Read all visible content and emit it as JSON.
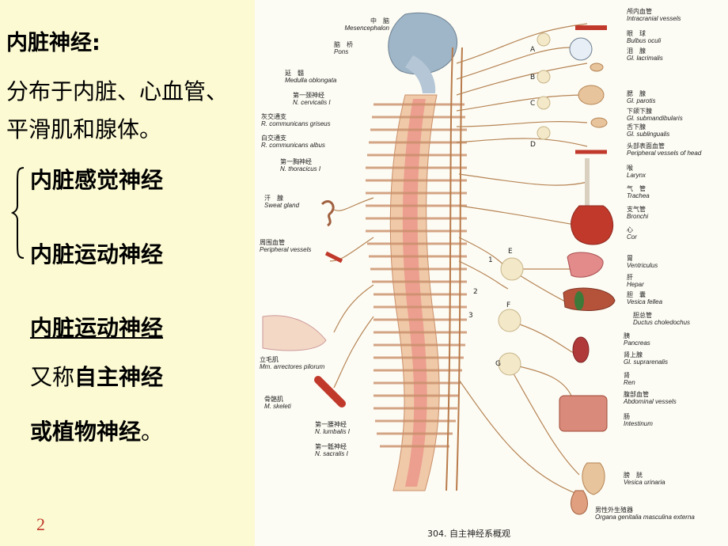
{
  "slide": {
    "title": "内脏神经:",
    "description": "分布于内脏、心血管、平滑肌和腺体。",
    "subtypes": [
      "内脏感觉神经",
      "内脏运动神经"
    ],
    "motor_heading": "内脏运动神经",
    "also_prefix": "又称",
    "also_bold": "自主神经",
    "or_bold": "或植物神经",
    "or_suffix": "。",
    "page_number": "2"
  },
  "figure": {
    "caption": "304. 自主神经系概观",
    "left_labels": [
      {
        "zh": "中　脑",
        "la": "Mesencephalon"
      },
      {
        "zh": "脑　桥",
        "la": "Pons"
      },
      {
        "zh": "延　髓",
        "la": "Medulla oblongata"
      },
      {
        "zh": "第一颈神经",
        "la": "N. cervicalis I"
      },
      {
        "zh": "灰交通支",
        "la": "R. communicans griseus"
      },
      {
        "zh": "白交通支",
        "la": "R. communicans albus"
      },
      {
        "zh": "第一胸神经",
        "la": "N. thoracicus I"
      },
      {
        "zh": "汗　腺",
        "la": "Sweat gland"
      },
      {
        "zh": "周围血管",
        "la": "Peripheral vessels"
      },
      {
        "zh": "立毛肌",
        "la": "Mm. arrectores pilorum"
      },
      {
        "zh": "骨骼肌",
        "la": "M. skeleti"
      },
      {
        "zh": "第一腰神经",
        "la": "N. lumbalis I"
      },
      {
        "zh": "第一骶神经",
        "la": "N. sacralis I"
      }
    ],
    "right_labels": [
      {
        "zh": "颅内血管",
        "la": "Intracranial vessels"
      },
      {
        "zh": "眼　球",
        "la": "Bulbus oculi"
      },
      {
        "zh": "泪　腺",
        "la": "Gl. lacrimalis"
      },
      {
        "zh": "腮　腺",
        "la": "Gl. parotis"
      },
      {
        "zh": "下颌下腺",
        "la": "Gl. submandibularis"
      },
      {
        "zh": "舌下腺",
        "la": "Gl. sublingualis"
      },
      {
        "zh": "头部表面血管",
        "la": "Peripheral vessels of head"
      },
      {
        "zh": "喉",
        "la": "Larynx"
      },
      {
        "zh": "气　管",
        "la": "Trachea"
      },
      {
        "zh": "支气管",
        "la": "Bronchi"
      },
      {
        "zh": "心",
        "la": "Cor"
      },
      {
        "zh": "胃",
        "la": "Ventriculus"
      },
      {
        "zh": "肝",
        "la": "Hepar"
      },
      {
        "zh": "胆　囊",
        "la": "Vesica fellea"
      },
      {
        "zh": "胆总管",
        "la": "Ductus choledochus"
      },
      {
        "zh": "胰",
        "la": "Pancreas"
      },
      {
        "zh": "肾上腺",
        "la": "Gl. suprarenalis"
      },
      {
        "zh": "肾",
        "la": "Ren"
      },
      {
        "zh": "腹部血管",
        "la": "Abdominal vessels"
      },
      {
        "zh": "肠",
        "la": "Intestinum"
      },
      {
        "zh": "膀　胱",
        "la": "Vesica urinaria"
      },
      {
        "zh": "男性外生殖器",
        "la": "Organa genitalia masculina externa"
      }
    ],
    "ganglion_letters": [
      "A",
      "B",
      "C",
      "D",
      "E",
      "F",
      "G"
    ],
    "nerve_numbers": [
      "1",
      "2",
      "3"
    ]
  }
}
